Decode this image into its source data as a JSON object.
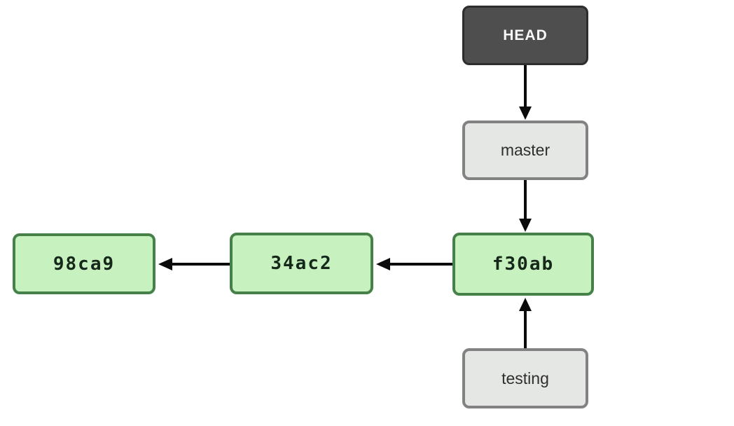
{
  "diagram": {
    "type": "git-branch-pointer-diagram",
    "colors": {
      "background": "#ffffff",
      "head_fill": "#4e4e4e",
      "head_border": "#2d2d2d",
      "head_text": "#f8f8f8",
      "branch_fill": "#e5e7e4",
      "branch_border": "#828282",
      "branch_text": "#2f2f2f",
      "commit_fill": "#c7f2c0",
      "commit_border": "#47814a",
      "commit_text": "#16281a",
      "arrow": "#0b0b0b"
    },
    "nodes": [
      {
        "id": "head",
        "label": "HEAD",
        "kind": "head-pointer"
      },
      {
        "id": "master",
        "label": "master",
        "kind": "branch-ref"
      },
      {
        "id": "f30ab",
        "label": "f30ab",
        "kind": "commit"
      },
      {
        "id": "34ac2",
        "label": "34ac2",
        "kind": "commit"
      },
      {
        "id": "98ca9",
        "label": "98ca9",
        "kind": "commit"
      },
      {
        "id": "testing",
        "label": "testing",
        "kind": "branch-ref"
      }
    ],
    "edges": [
      {
        "from": "HEAD",
        "to": "master",
        "direction": "down"
      },
      {
        "from": "master",
        "to": "f30ab",
        "direction": "down"
      },
      {
        "from": "f30ab",
        "to": "34ac2",
        "direction": "left"
      },
      {
        "from": "34ac2",
        "to": "98ca9",
        "direction": "left"
      },
      {
        "from": "testing",
        "to": "f30ab",
        "direction": "up"
      }
    ]
  }
}
